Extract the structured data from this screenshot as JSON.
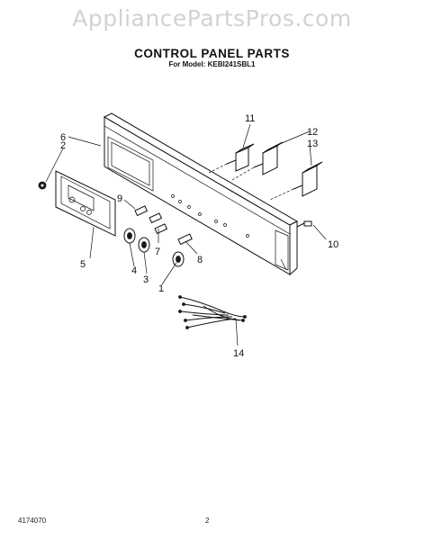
{
  "watermark": "AppliancePartsPros.com",
  "header": {
    "title": "CONTROL PANEL PARTS",
    "subtitle": "For Model: KEBI241SBL1"
  },
  "callouts": [
    "1",
    "2",
    "3",
    "4",
    "5",
    "6",
    "7",
    "8",
    "9",
    "10",
    "11",
    "12",
    "13",
    "14"
  ],
  "footer": {
    "doc_number": "4174070",
    "page_number": "2"
  }
}
